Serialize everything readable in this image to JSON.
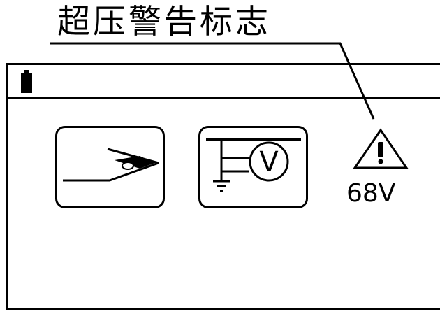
{
  "callout": {
    "title": "超压警告标志"
  },
  "screen": {
    "status_bar": {
      "battery_icon": "battery-icon"
    },
    "icons": [
      {
        "name": "test-clip-icon",
        "icon": "alligator-clip"
      },
      {
        "name": "voltage-measure-icon",
        "icon": "voltmeter-ground"
      }
    ],
    "warning": {
      "icon": "warning-triangle-icon",
      "voltage": "68V"
    }
  }
}
